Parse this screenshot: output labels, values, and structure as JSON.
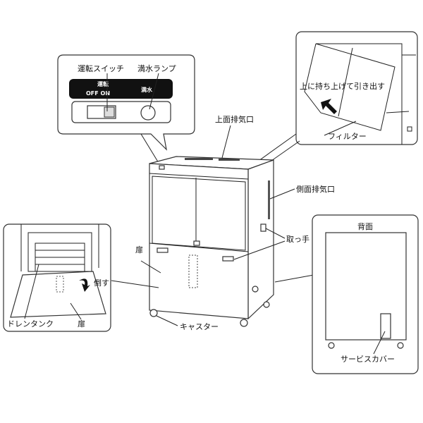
{
  "panel_controls": {
    "switch_label": "運転スイッチ",
    "lamp_label": "満水ランプ",
    "panel_run": "運転",
    "panel_off_on": "OFF  ON",
    "panel_full": "満水"
  },
  "labels": {
    "top_exhaust": "上面排気口",
    "lift_pull": "上に持ち上げて引き出す",
    "filter": "フィルター",
    "side_exhaust": "側面排気口",
    "handle": "取っ手",
    "door": "扉",
    "tilt": "倒す",
    "drain_tank": "ドレンタンク",
    "door_open": "扉",
    "caster": "キャスター",
    "back": "背面",
    "service_cover": "サービスカバー"
  }
}
